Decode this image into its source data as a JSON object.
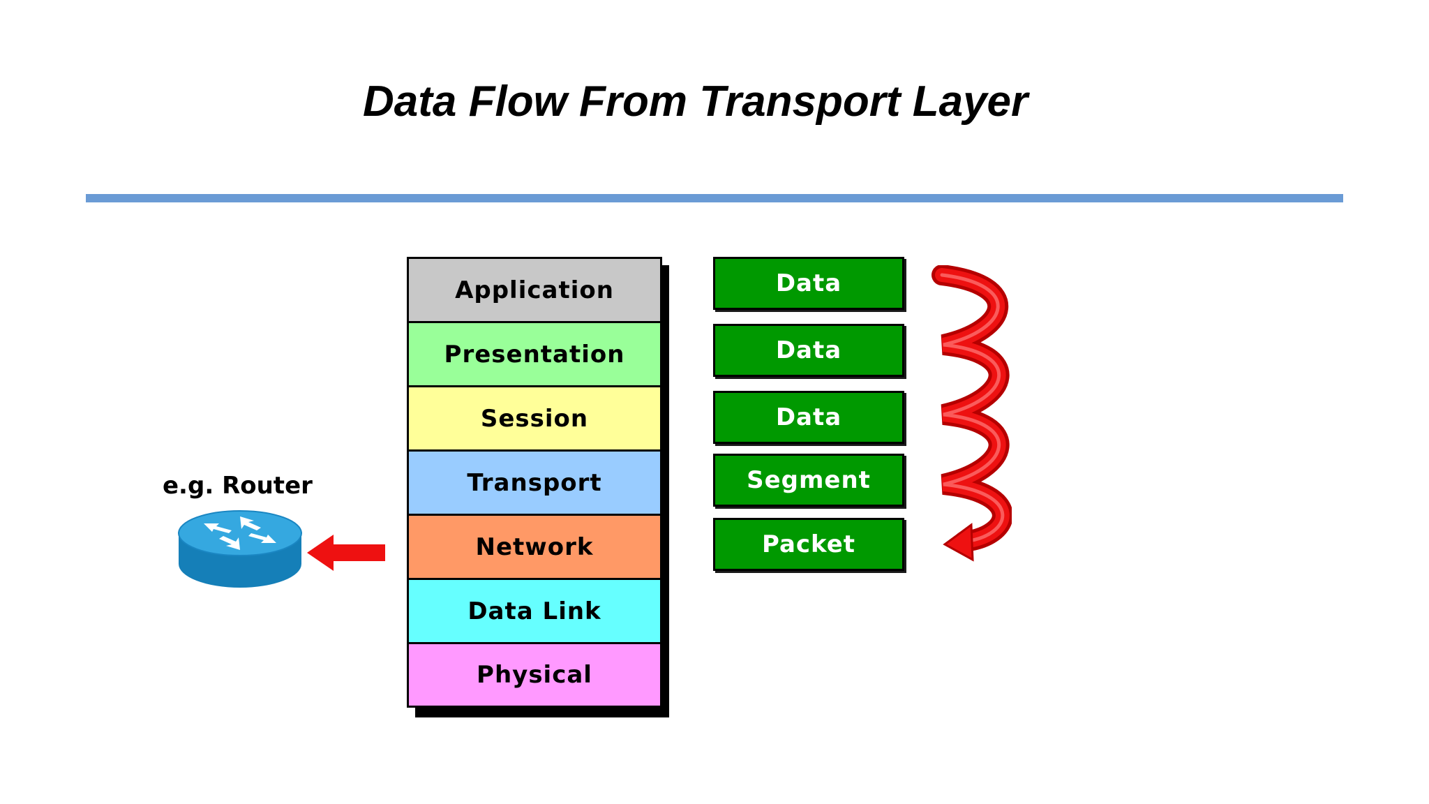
{
  "title": "Data Flow From Transport Layer",
  "osi_layers": [
    {
      "label": "Application",
      "color": "#c8c8c8"
    },
    {
      "label": "Presentation",
      "color": "#99ff99"
    },
    {
      "label": "Session",
      "color": "#ffff99"
    },
    {
      "label": "Transport",
      "color": "#99ccff"
    },
    {
      "label": "Network",
      "color": "#ff9966"
    },
    {
      "label": "Data Link",
      "color": "#66ffff"
    },
    {
      "label": "Physical",
      "color": "#ff99ff"
    }
  ],
  "pdus": [
    {
      "label": "Data"
    },
    {
      "label": "Data"
    },
    {
      "label": "Data"
    },
    {
      "label": "Segment"
    },
    {
      "label": "Packet"
    }
  ],
  "router_label": "e.g. Router",
  "icons": {
    "router": "router-icon",
    "pointer": "red-arrow-left-icon",
    "spiral": "red-spiral-down-arrow-icon"
  },
  "colors": {
    "title_rule": "#6a9bd5",
    "pdu_fill": "#009900",
    "arrow_red": "#ee1111",
    "router_blue": "#1f8fc9"
  }
}
